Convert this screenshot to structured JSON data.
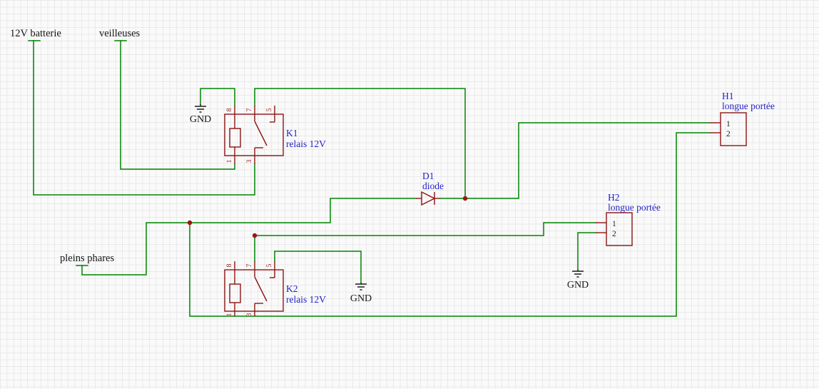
{
  "labels": {
    "battery": "12V batterie",
    "veilleuses": "veilleuses",
    "pleins_phares": "pleins phares"
  },
  "components": {
    "k1": {
      "ref": "K1",
      "value": "relais 12V",
      "pins_top": [
        "8",
        "7",
        "5"
      ],
      "pins_bottom": [
        "1",
        "3"
      ]
    },
    "k2": {
      "ref": "K2",
      "value": "relais 12V",
      "pins_top": [
        "8",
        "7",
        "5"
      ],
      "pins_bottom": [
        "1",
        "3"
      ]
    },
    "d1": {
      "ref": "D1",
      "value": "diode"
    },
    "h1": {
      "ref": "H1",
      "value": "longue portée",
      "pins": [
        "1",
        "2"
      ]
    },
    "h2": {
      "ref": "H2",
      "value": "longue portée",
      "pins": [
        "1",
        "2"
      ]
    }
  },
  "ground_labels": [
    "GND",
    "GND",
    "GND"
  ],
  "colors": {
    "wire": "#008400",
    "component": "#8c1414",
    "field_text": "#2323c8",
    "junction": "#a01414",
    "label_text": "#161616",
    "grid": "#e9e9e9",
    "background": "#fafafa"
  }
}
